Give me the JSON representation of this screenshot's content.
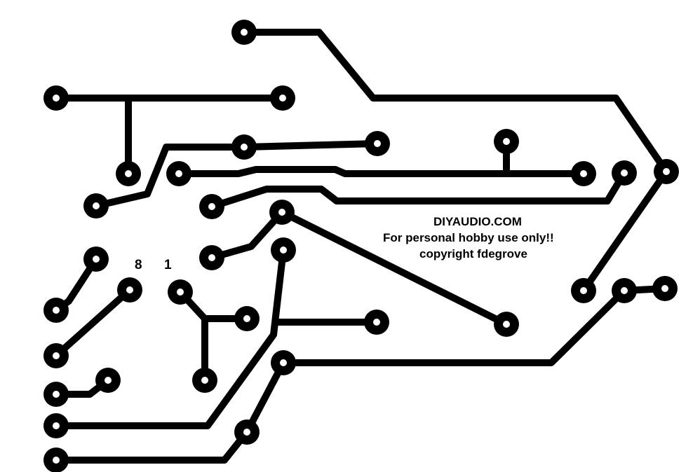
{
  "watermark": {
    "site": "DIYAUDIO.COM",
    "notice": "For personal hobby use only!!",
    "copyright": "copyright fdegrove"
  },
  "ic_pins": {
    "pin8": "8",
    "pin1": "1"
  },
  "colors": {
    "copper": "#000000",
    "background": "#ffffff",
    "edge_accent": "#1e7a1e"
  }
}
